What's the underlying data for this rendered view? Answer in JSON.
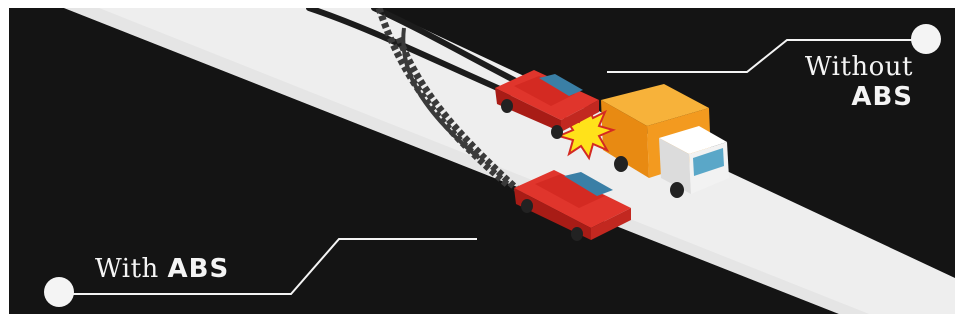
{
  "labels": {
    "without_prefix": "Without",
    "without_emphasis": "ABS",
    "with_prefix": "With",
    "with_emphasis": "ABS"
  },
  "colors": {
    "background": "#141414",
    "road": "#efefef",
    "car": "#d42a22",
    "truck_cargo": "#f39a1f",
    "truck_cab": "#f2f2f2",
    "crash": "#ffe21a",
    "callout": "#f4f4f4"
  },
  "icons": {
    "crash": "crash-burst-icon",
    "callout_dot": "callout-dot-icon"
  }
}
